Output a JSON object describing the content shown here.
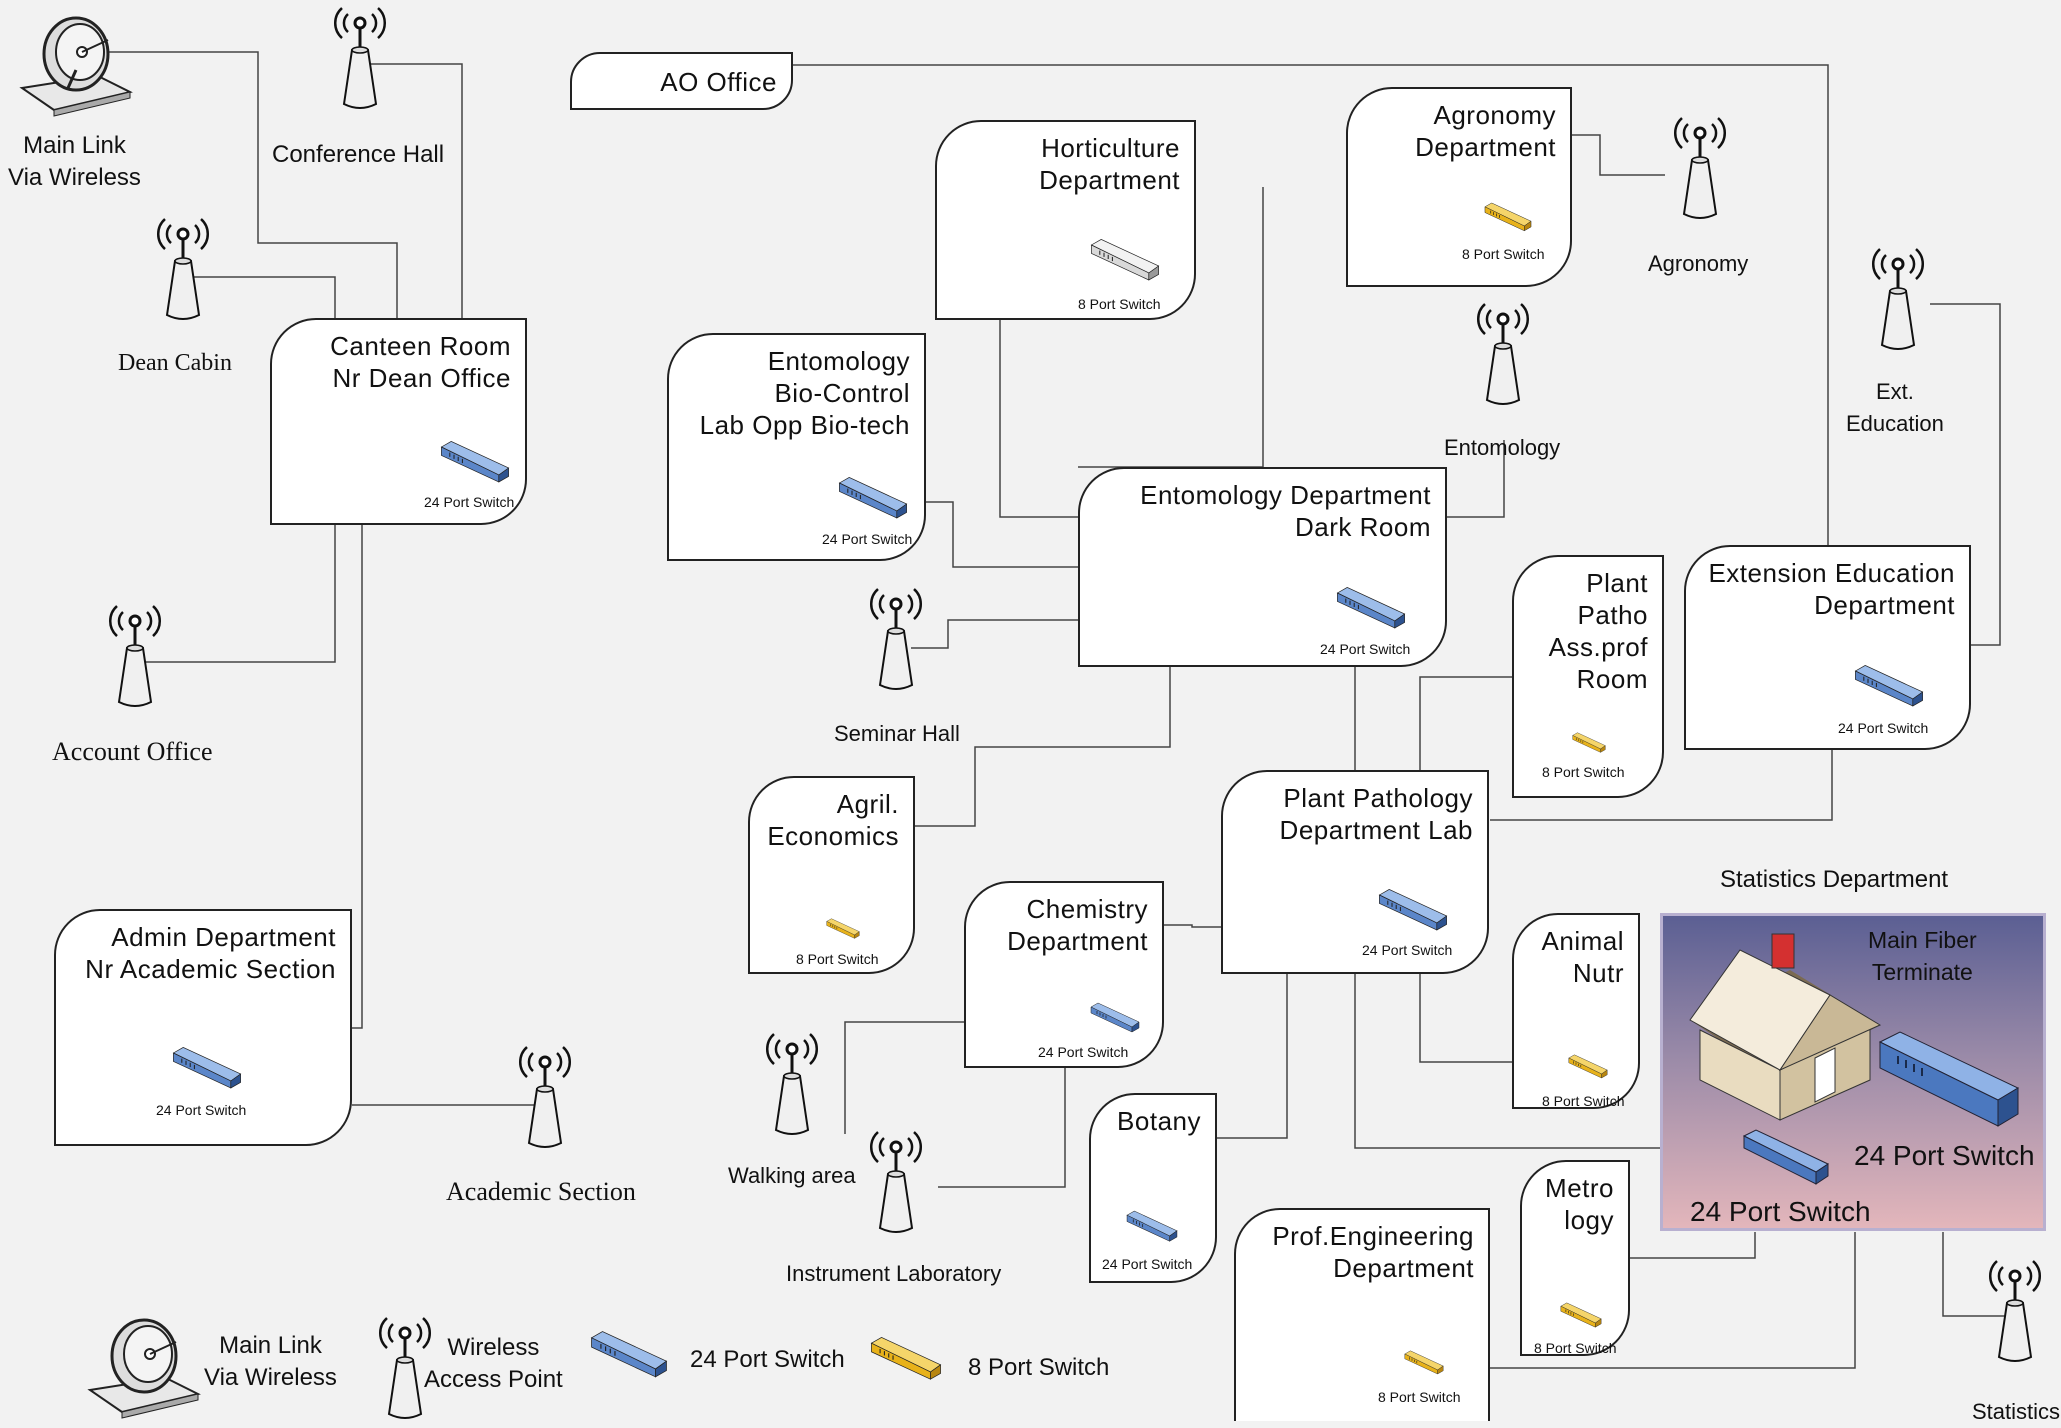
{
  "offices": {
    "ao_office": "AO Office",
    "canteen": "Canteen Room\nNr Dean Office",
    "horticulture": "Horticulture\nDepartment",
    "agronomy": "Agronomy\nDepartment",
    "entomology_bio": "Entomology\nBio-Control\nLab Opp Bio-tech",
    "entomology_dark": "Entomology Department\nDark Room",
    "plant_patho_ass": "Plant\nPatho\nAss.prof\nRoom",
    "extension": "Extension Education\nDepartment",
    "agril_econ": "Agril.\nEconomics",
    "plant_pathology_lab": "Plant Pathology\nDepartment Lab",
    "chemistry": "Chemistry\nDepartment",
    "animal_nutr": "Animal\nNutr",
    "admin": "Admin Department\nNr Academic Section",
    "botany": "Botany",
    "metrology": "Metro\nlogy",
    "prof_eng": "Prof.Engineering\nDepartment"
  },
  "switch_labels": {
    "canteen": "24 Port Switch",
    "horticulture": "8 Port Switch",
    "agronomy": "8 Port Switch",
    "entomology_bio": "24 Port Switch",
    "entomology_dark": "24 Port Switch",
    "plant_patho_ass": "8  Port Switch",
    "extension": "24 Port Switch",
    "agril_econ": "8  Port Switch",
    "plant_pathology_lab": "24 Port Switch",
    "chemistry": "24  Port Switch",
    "animal_nutr": "8  Port Switch",
    "admin": "24 Port Switch",
    "botany": "24  Port Switch",
    "metrology": "8  Port Switch",
    "prof_eng": "8  Port Switch"
  },
  "access_points": {
    "conference_hall": "Conference Hall",
    "dean_cabin": "Dean Cabin",
    "account_office": "Account Office",
    "academic_section": "Academic Section",
    "agronomy": "Agronomy",
    "entomology": "Entomology",
    "ext_education": "Ext.\nEducation",
    "seminar_hall": "Seminar Hall",
    "walking_area": "Walking area",
    "instrument_lab": "Instrument Laboratory",
    "statistics": "Statistics"
  },
  "main_link": "Main Link\nVia Wireless",
  "statistics_department": {
    "title": "Statistics Department",
    "fiber": "Main Fiber\nTerminate",
    "switch_a": "24 Port Switch",
    "switch_b": "24 Port Switch"
  },
  "legend": {
    "main_link": "Main Link\nVia Wireless",
    "wireless_ap": "Wireless\nAccess Point",
    "switch24": "24 Port Switch",
    "switch8": "8 Port Switch"
  },
  "colors": {
    "switch24": "#5b86c9",
    "switch8": "#e8b21a",
    "switch_grey": "#d9d9d9"
  }
}
